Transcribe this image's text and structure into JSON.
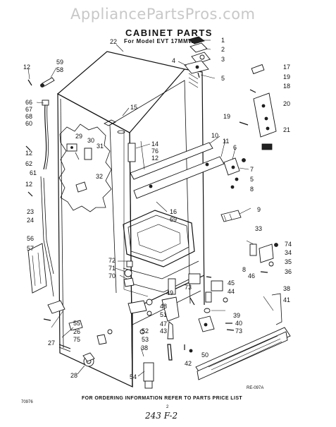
{
  "watermark": "AppliancePartsPros.com",
  "title": "CABINET PARTS",
  "subtitle": "For Model EVT 17MMW-0",
  "footer": "FOR ORDERING INFORMATION REFER TO PARTS PRICE LIST",
  "code_left": "70976",
  "code_right": "RE-097A",
  "page_number": "2",
  "handwritten": "243 F-2",
  "callouts": [
    "1",
    "2",
    "3",
    "4",
    "5",
    "22",
    "12",
    "59",
    "58",
    "66",
    "67",
    "68",
    "60",
    "15",
    "14",
    "76",
    "12",
    "10",
    "11",
    "6",
    "7",
    "5",
    "8",
    "29",
    "30",
    "31",
    "32",
    "12",
    "62",
    "61",
    "17",
    "19",
    "18",
    "20",
    "19",
    "21",
    "12",
    "23",
    "24",
    "16",
    "69",
    "9",
    "33",
    "74",
    "34",
    "35",
    "36",
    "56",
    "57",
    "72",
    "71",
    "70",
    "49",
    "48",
    "51",
    "47",
    "73",
    "45",
    "44",
    "46",
    "8",
    "38",
    "41",
    "39",
    "40",
    "73",
    "55",
    "26",
    "75",
    "53",
    "52",
    "43",
    "27",
    "28",
    "38",
    "42",
    "50",
    "54"
  ]
}
